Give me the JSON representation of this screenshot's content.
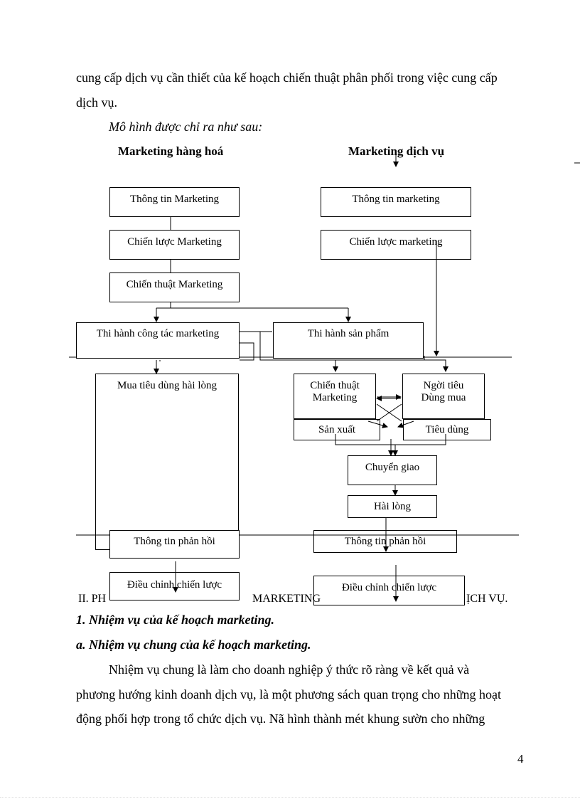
{
  "intro": {
    "line1": "cung cấp dịch vụ cần thiết của kế hoạch chiến thuật phân phối trong việc cung cấp",
    "line2": "dịch vụ.",
    "model_note": "Mô hình được chỉ ra như sau:"
  },
  "diagram": {
    "left_title": "Marketing hàng hoá",
    "right_title": "Marketing dịch vụ",
    "left": {
      "info": "Thông tin Marketing",
      "strategy": "Chiến lược   Marketing",
      "tactic": "Chiến thuật Marketing",
      "execute": "Thi hành công tác marketing",
      "purchase": "Mua tiêu dùng hài lòng",
      "feedback": "Thông tin phản hồi",
      "adjust": "Điều chỉnh chiến lược"
    },
    "right": {
      "info": "Thông  tin marketing",
      "strategy": "Chiến lược   marketing",
      "execute": "Thi hành sản phẩm",
      "tactic_l1": "Chiến thuật",
      "tactic_l2": "Marketing",
      "buyer_l1": "Ngời   tiêu",
      "buyer_l2": "Dùng mua",
      "production": "Sản xuất",
      "consumption": "Tiêu dùng",
      "delivery": "Chuyển giao",
      "satisfied": "Hài lòng",
      "feedback": "Thông tin phản hồi",
      "adjust": "Điều chỉnh chiến lược"
    }
  },
  "section_heading": {
    "part1": "II. PH",
    "part2": "MARKETING",
    "part3": "ỊCH VỤ."
  },
  "heading1": "1. Nhiệm vụ của kế hoạch marketing.",
  "heading2": "a. Nhiệm vụ chung của kế hoạch marketing.",
  "para": {
    "line1": "Nhiệm vụ chung là làm cho doanh nghiệp ý thức rõ ràng về kết quả và",
    "line2": "phương hướng kinh  doanh dịch vụ, là một phương sách quan trọng cho những hoạt",
    "line3": "động phối hợp trong tổ chức dịch vụ. Nã hình thành mét khung sườn cho những"
  },
  "page_number": "4"
}
